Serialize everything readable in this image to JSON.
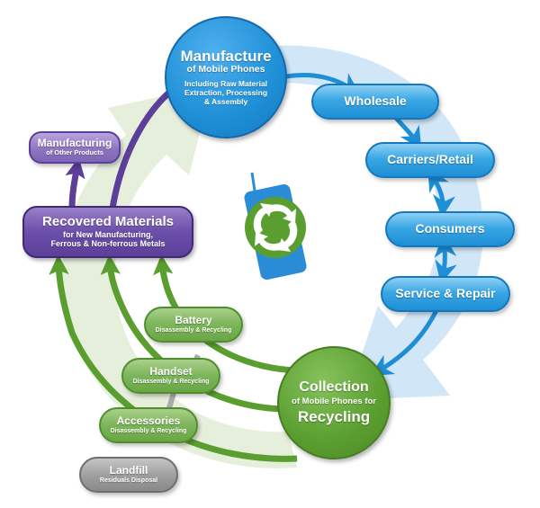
{
  "colors": {
    "blue": "#1e8fd6",
    "blue_light": "#c9e2f4",
    "green": "#5a9e2f",
    "green_light": "#e3ecd8",
    "purple": "#5b3f98",
    "gray": "#9d9d9d"
  },
  "nodes": {
    "manufacture": {
      "title": "Manufacture",
      "subtitle": "of Mobile Phones",
      "detail_1": "Including Raw Material",
      "detail_2": "Extraction, Processing",
      "detail_3": "& Assembly"
    },
    "wholesale": {
      "title": "Wholesale"
    },
    "carriers_retail": {
      "title": "Carriers/Retail"
    },
    "consumers": {
      "title": "Consumers"
    },
    "service_repair": {
      "title": "Service & Repair"
    },
    "collection": {
      "title": "Collection",
      "subtitle": "of Mobile Phones for",
      "title_2": "Recycling"
    },
    "battery": {
      "title": "Battery",
      "subtitle": "Disassembly & Recycling"
    },
    "handset": {
      "title": "Handset",
      "subtitle": "Disassembly & Recycling"
    },
    "accessories": {
      "title": "Accessories",
      "subtitle": "Disassembly & Recycling"
    },
    "landfill": {
      "title": "Landfill",
      "subtitle": "Residuals Disposal"
    },
    "recovered_materials": {
      "title": "Recovered Materials",
      "subtitle_1": "for New Manufacturing,",
      "subtitle_2": "Ferrous & Non-ferrous Metals"
    },
    "manufacturing_other": {
      "title": "Manufacturing",
      "subtitle": "of Other Products"
    }
  },
  "icons": {
    "center": "phone-recycle-icon"
  }
}
